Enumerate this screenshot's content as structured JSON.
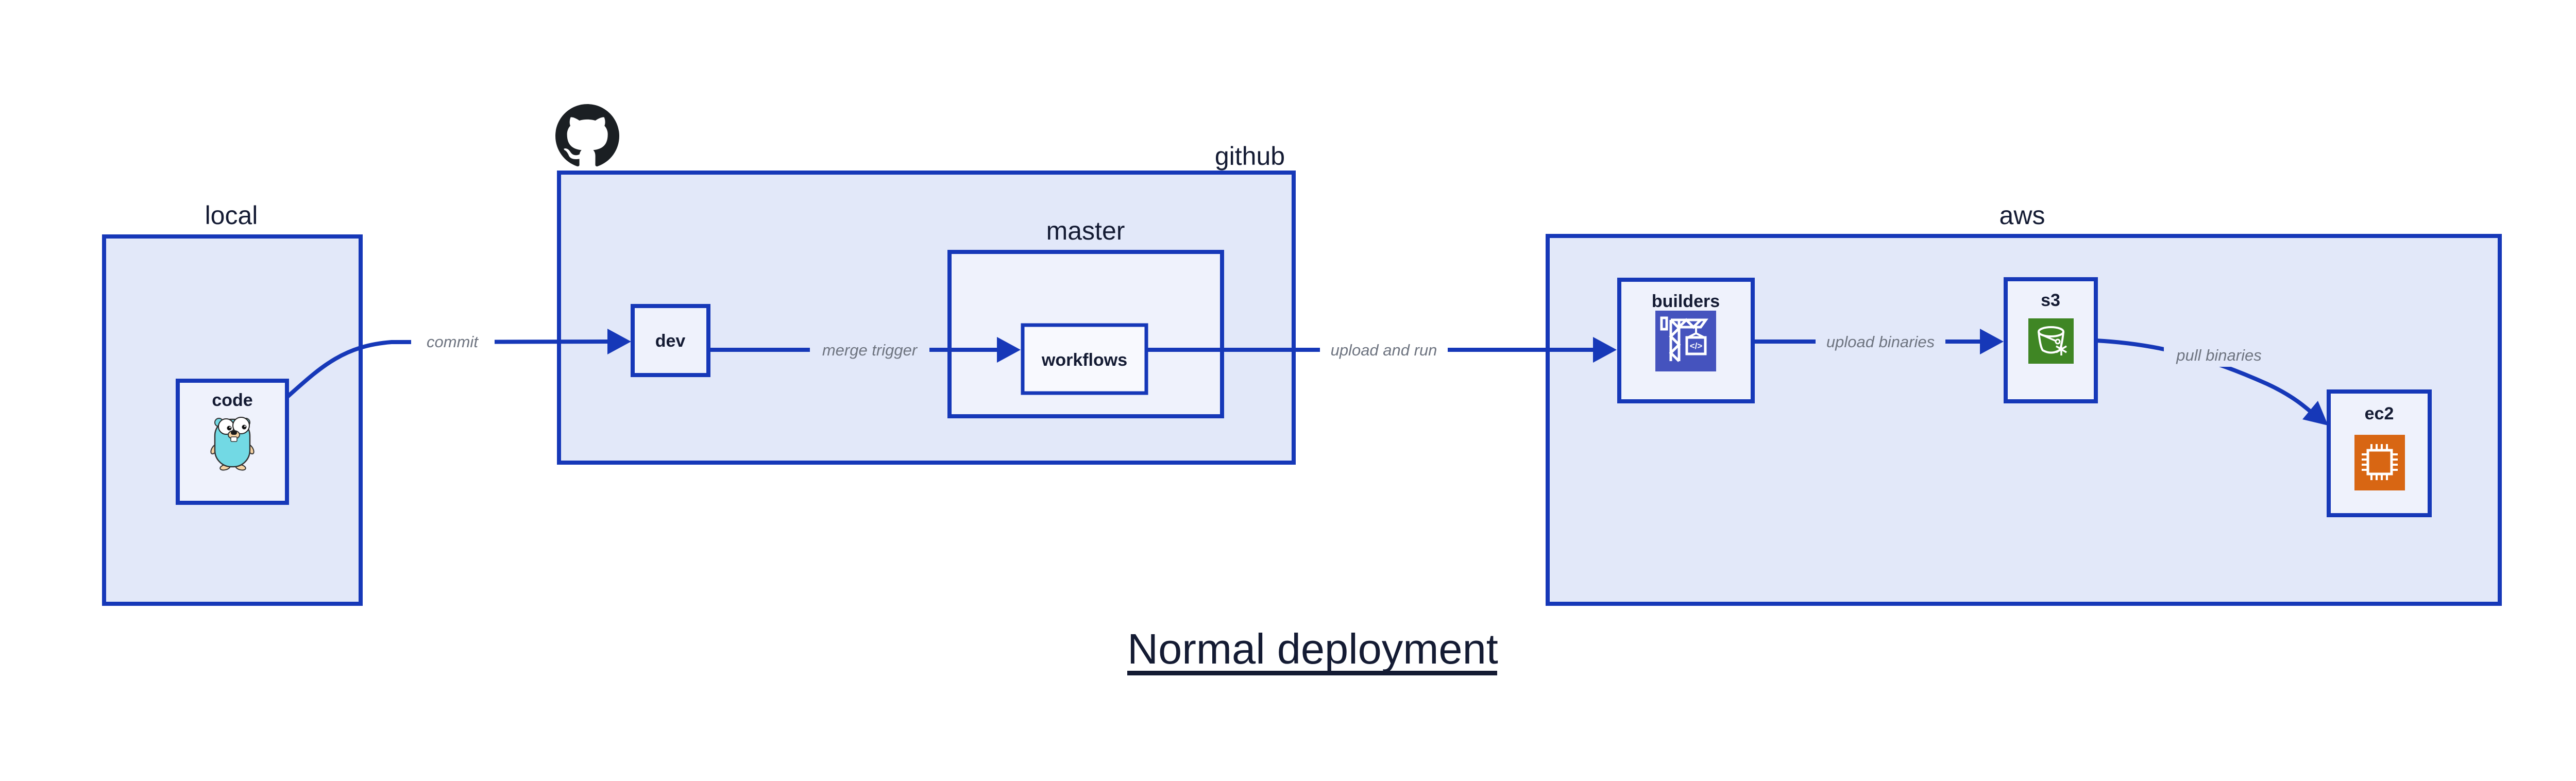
{
  "title": {
    "text": "Normal deployment"
  },
  "containers": {
    "local": {
      "label": "local"
    },
    "github": {
      "label": "github"
    },
    "master": {
      "label": "master"
    },
    "aws": {
      "label": "aws"
    }
  },
  "nodes": {
    "code": {
      "label": "code",
      "icon": "go-gopher-icon"
    },
    "dev": {
      "label": "dev"
    },
    "workflows": {
      "label": "workflows"
    },
    "builders": {
      "label": "builders",
      "icon": "codebuild-crane-icon",
      "icon_glyph": "</>"
    },
    "s3": {
      "label": "s3",
      "icon": "s3-bucket-icon"
    },
    "ec2": {
      "label": "ec2",
      "icon": "ec2-chip-icon"
    }
  },
  "edges": [
    {
      "label": "commit",
      "from": "code",
      "to": "dev"
    },
    {
      "label": "merge trigger",
      "from": "dev",
      "to": "workflows"
    },
    {
      "label": "upload and run",
      "from": "workflows",
      "to": "builders"
    },
    {
      "label": "upload binaries",
      "from": "builders",
      "to": "s3"
    },
    {
      "label": "pull binaries",
      "from": "s3",
      "to": "ec2"
    }
  ],
  "colors": {
    "stroke_blue": "#1638b8",
    "container_fill": "#e2e8f9",
    "node_fill": "#eff2fc",
    "workflows_fill": "#f8f9fe",
    "text_navy": "#141b33",
    "edge_label_gray": "#6e7480",
    "codebuild_indigo": "#4553be",
    "s3_green": "#3f8624",
    "ec2_orange": "#d86613",
    "gopher_teal": "#72d9e4",
    "gopher_beige": "#f6d2a2",
    "octocat_black": "#1b1f23",
    "background": "#ffffff"
  }
}
